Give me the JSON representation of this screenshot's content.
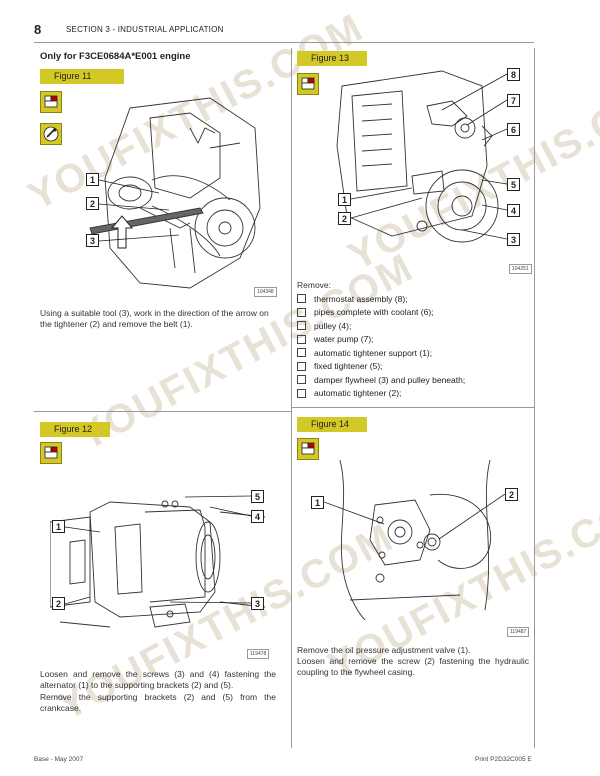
{
  "header": {
    "page_number": "8",
    "section": "SECTION 3 - INDUSTRIAL APPLICATION"
  },
  "left": {
    "subtitle": "Only for F3CE0684A*E001 engine",
    "fig11": {
      "label": "Figure 11",
      "code": "104348",
      "callouts": [
        "1",
        "2",
        "3"
      ],
      "text": "Using a suitable tool (3), work in the direction of the arrow on the tightener (2) and remove the belt (1)."
    },
    "fig12": {
      "label": "Figure 12",
      "code": "119478",
      "callouts": [
        "1",
        "2",
        "3",
        "4",
        "5"
      ],
      "text_lines": [
        "Loosen and remove the screws (3) and (4) fastening the alternator (1) to the supporting brackets (2) and (5).",
        "Remove the supporting brackets (2) and (5) from the crankcase."
      ]
    }
  },
  "right": {
    "fig13": {
      "label": "Figure 13",
      "code": "104251",
      "callouts": [
        "8",
        "7",
        "6",
        "5",
        "4",
        "3",
        "1",
        "2"
      ],
      "remove_title": "Remove:",
      "items": [
        "thermostat assembly (8);",
        "pipes complete with coolant (6);",
        "pulley (4);",
        "water pump (7);",
        "automatic tightener support (1);",
        "fixed tightener (5);",
        "damper flywheel (3) and pulley beneath;",
        "automatic tightener (2);"
      ]
    },
    "fig14": {
      "label": "Figure 14",
      "code": "119487",
      "callouts": [
        "1",
        "2"
      ],
      "text_lines": [
        "Remove the oil pressure adjustment valve (1).",
        "Loosen and remove the screw (2) fastening the hydraulic coupling to the flywheel casing."
      ]
    }
  },
  "watermark": "YOUFIXTHIS.COM",
  "footer": {
    "left": "Base - May 2007",
    "right": "Print P2D32C005 E"
  },
  "colors": {
    "figure_label": "#d4c826",
    "rule": "#999999"
  }
}
